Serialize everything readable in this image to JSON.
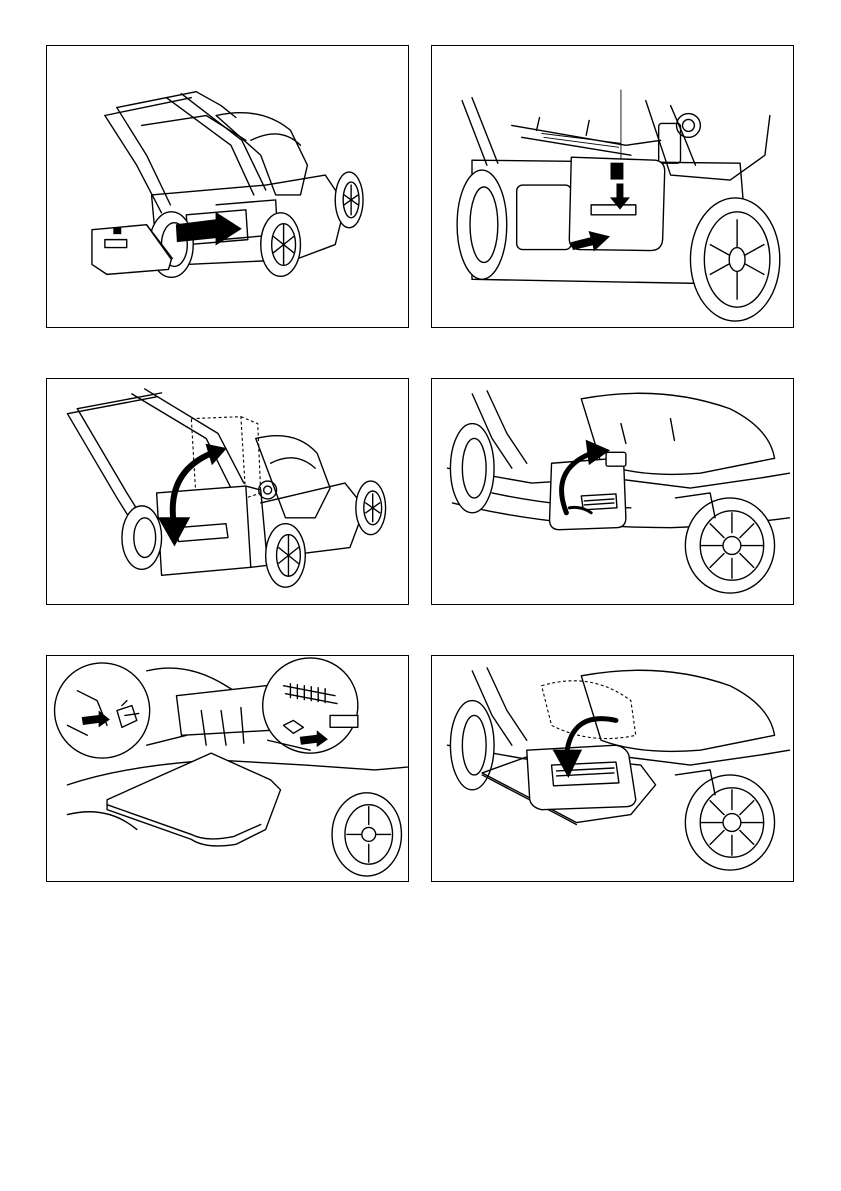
{
  "page": {
    "figures": [
      {
        "id": "fig-1",
        "icon": "grass-bag-attach-illustration"
      },
      {
        "id": "fig-2",
        "icon": "rear-flap-latch-illustration"
      },
      {
        "id": "fig-3",
        "icon": "grass-box-tilt-illustration"
      },
      {
        "id": "fig-4",
        "icon": "mulching-plug-lift-illustration"
      },
      {
        "id": "fig-5",
        "icon": "side-discharge-chute-spring-illustration"
      },
      {
        "id": "fig-6",
        "icon": "side-cover-close-illustration"
      }
    ]
  }
}
